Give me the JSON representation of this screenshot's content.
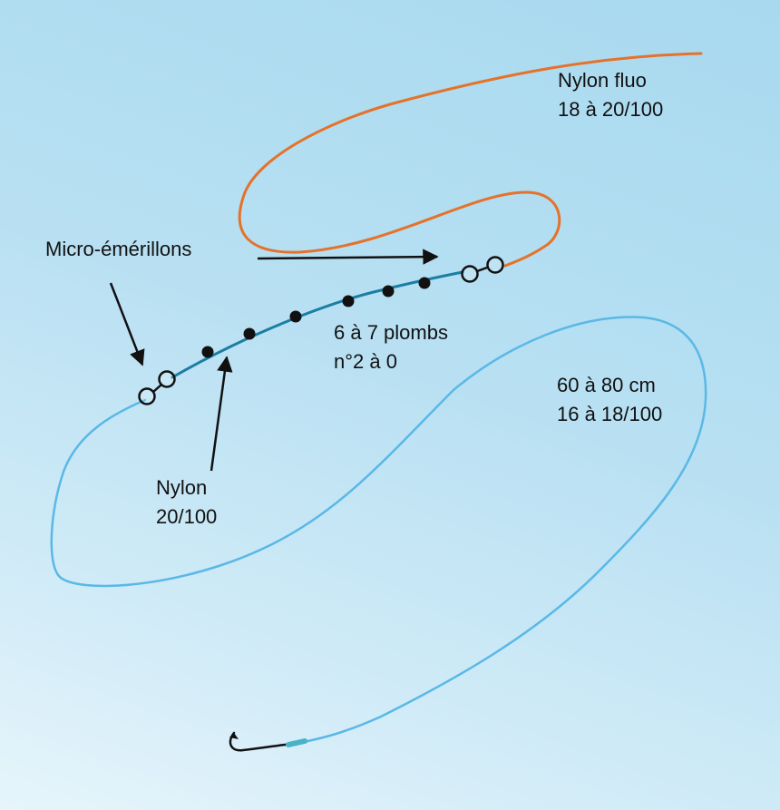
{
  "labels": {
    "nylon_fluo": {
      "name": "Nylon fluo",
      "gauge": "18 à 20/100"
    },
    "micro_emerillons": "Micro-émérillons",
    "plombs": {
      "count": "6 à 7 plombs",
      "size": "n°2 à 0"
    },
    "bas_de_ligne": {
      "length": "60 à 80 cm",
      "gauge": "16 à 18/100"
    },
    "corps_de_ligne": {
      "name": "Nylon",
      "gauge": "20/100"
    }
  },
  "colors": {
    "background": "#b5def2",
    "line_fluo": "#e5722a",
    "line_main": "#1b7ea3",
    "line_leader": "#5ab8e6",
    "ink": "#111111"
  }
}
